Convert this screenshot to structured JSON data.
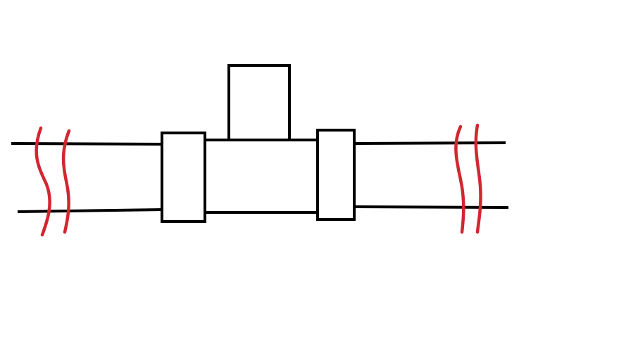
{
  "colors": {
    "background": "#ffffff",
    "line": "#000000",
    "break_mark": "#d22630"
  },
  "diagram": {
    "components": {
      "left_pipe": "pipe-segment",
      "left_coupling": "coupling-collar",
      "tee_body": "tee-fitting",
      "tee_branch": "branch-outlet",
      "right_coupling": "coupling-collar",
      "right_pipe": "pipe-segment",
      "left_break": "break-mark-icon",
      "right_break": "break-mark-icon"
    }
  }
}
